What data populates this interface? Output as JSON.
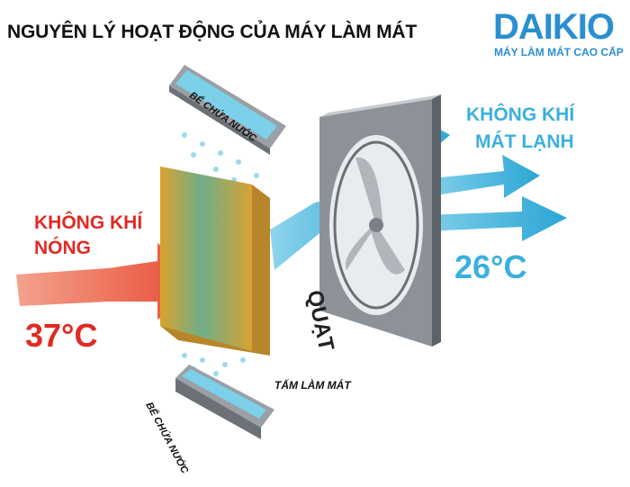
{
  "title": "NGUYÊN LÝ HOẠT ĐỘNG CỦA MÁY LÀM MÁT",
  "logo": {
    "name": "DAIKIO",
    "tagline": "MÁY LÀM MÁT CAO CẤP",
    "color": "#2a8fd0"
  },
  "labels": {
    "top_tank": "BỂ CHỨA NƯỚC",
    "bottom_tank": "BỂ CHỨA NƯỚC",
    "pad": "TẤM LÀM MÁT",
    "fan": "QUẠT",
    "hot_air_line1": "KHÔNG KHÍ",
    "hot_air_line2": "NÓNG",
    "hot_temp": "37°C",
    "cool_air_line1": "KHÔNG KHÍ",
    "cool_air_line2": "MÁT LẠNH",
    "cool_temp": "26°C"
  },
  "colors": {
    "hot": "#e02a24",
    "cold": "#3bb0dc"
  }
}
